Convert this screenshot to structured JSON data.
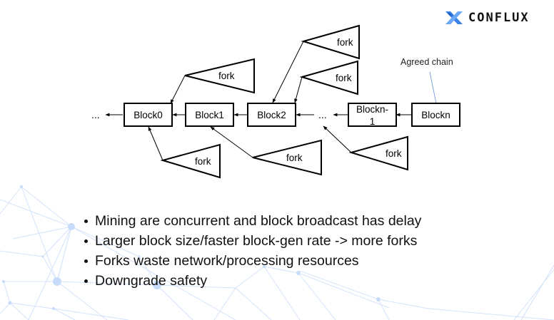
{
  "logo": {
    "text": "CONFLUX",
    "icon": "conflux-x-icon"
  },
  "diagram": {
    "left_ellipsis": "...",
    "mid_ellipsis": "...",
    "blocks": [
      {
        "id": "block0",
        "label": "Block0"
      },
      {
        "id": "block1",
        "label": "Block1"
      },
      {
        "id": "block2",
        "label": "Block2"
      },
      {
        "id": "blockn-1",
        "label_line1": "Blockn-",
        "label_line2": "1"
      },
      {
        "id": "blockn",
        "label": "Blockn"
      }
    ],
    "forks": [
      {
        "label": "fork",
        "points_to": "block0",
        "side": "top"
      },
      {
        "label": "fork",
        "points_to": "block2",
        "side": "top"
      },
      {
        "label": "fork",
        "points_to": "block2",
        "side": "top"
      },
      {
        "label": "fork",
        "points_to": "block0",
        "side": "bottom"
      },
      {
        "label": "fork",
        "points_to": "block1",
        "side": "bottom"
      },
      {
        "label": "fork",
        "points_to": "ellipsis",
        "side": "bottom"
      }
    ],
    "agreed_chain_label": "Agreed chain",
    "agreed_chain_line_color": "#7fa3d9"
  },
  "bullets": {
    "group1": [
      "Mining are concurrent and block broadcast has delay",
      "Larger block size/faster block-gen rate -> more forks"
    ],
    "group2": [
      "Forks waste network/processing resources",
      "Downgrade safety"
    ]
  },
  "colors": {
    "network_bg": "#cfe0fb",
    "logo_blue": "#3b82e6"
  }
}
